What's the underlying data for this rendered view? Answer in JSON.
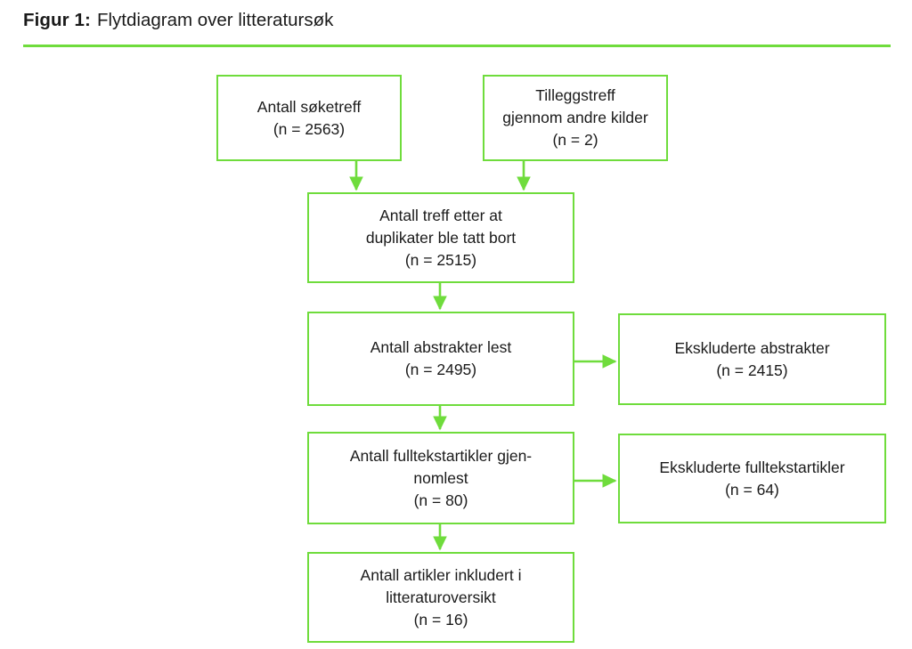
{
  "figure": {
    "label": "Figur 1:",
    "title": "Flytdiagram over litteratursøk",
    "accent_color": "#6fdc3c",
    "text_color": "#1a1a1a",
    "background_color": "#ffffff"
  },
  "chart_data": {
    "type": "diagram",
    "diagram_kind": "prisma-flowchart",
    "title": "Flytdiagram over litteratursøk",
    "language": "no",
    "nodes": [
      {
        "id": "search-hits",
        "label": "Antall søketreff\n(n = 2563)",
        "count_label": "n = 2563",
        "count": 2563,
        "column": "left",
        "row": 1
      },
      {
        "id": "additional-hits",
        "label": "Tilleggstreff\ngjennom andre kilder\n(n = 2)",
        "count_label": "n = 2",
        "count": 2,
        "column": "right-top",
        "row": 1
      },
      {
        "id": "after-duplicates",
        "label": "Antall treff etter at\nduplikater ble tatt bort\n(n = 2515)",
        "count_label": "n = 2515",
        "count": 2515,
        "column": "main",
        "row": 2
      },
      {
        "id": "abstracts-read",
        "label": "Antall abstrakter lest\n(n = 2495)",
        "count_label": "n = 2495",
        "count": 2495,
        "column": "main",
        "row": 3
      },
      {
        "id": "excluded-abstracts",
        "label": "Ekskluderte abstrakter\n(n = 2415)",
        "count_label": "n = 2415",
        "count": 2415,
        "column": "side",
        "row": 3
      },
      {
        "id": "fulltext-read",
        "label": "Antall fulltekstartikler gjen-\nnomlest\n(n = 80)",
        "count_label": "n = 80",
        "count": 80,
        "column": "main",
        "row": 4
      },
      {
        "id": "excluded-fulltext",
        "label": "Ekskluderte fulltekstartikler\n(n = 64)",
        "count_label": "n = 64",
        "count": 64,
        "column": "side",
        "row": 4
      },
      {
        "id": "included-articles",
        "label": "Antall artikler inkludert i\nlitteraturoversikt\n(n = 16)",
        "count_label": "n = 16",
        "count": 16,
        "column": "main",
        "row": 5
      }
    ],
    "edges": [
      {
        "from": "search-hits",
        "to": "after-duplicates",
        "direction": "down"
      },
      {
        "from": "additional-hits",
        "to": "after-duplicates",
        "direction": "down"
      },
      {
        "from": "after-duplicates",
        "to": "abstracts-read",
        "direction": "down"
      },
      {
        "from": "abstracts-read",
        "to": "excluded-abstracts",
        "direction": "right"
      },
      {
        "from": "abstracts-read",
        "to": "fulltext-read",
        "direction": "down"
      },
      {
        "from": "fulltext-read",
        "to": "excluded-fulltext",
        "direction": "right"
      },
      {
        "from": "fulltext-read",
        "to": "included-articles",
        "direction": "down"
      }
    ]
  }
}
